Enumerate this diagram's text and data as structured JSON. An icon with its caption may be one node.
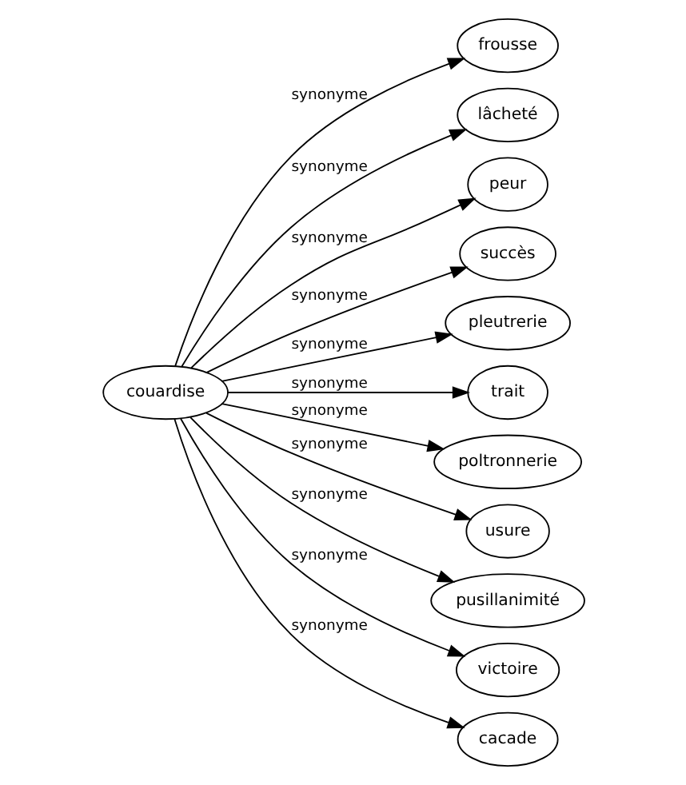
{
  "diagram": {
    "nodes": [
      {
        "text": [
          "couardise"
        ]
      },
      {
        "text": [
          "frousse"
        ]
      },
      {
        "text": [
          "lâcheté"
        ]
      },
      {
        "text": [
          "peur"
        ]
      },
      {
        "text": [
          "succès"
        ]
      },
      {
        "text": [
          "pleutrerie"
        ]
      },
      {
        "text": [
          "trait"
        ]
      },
      {
        "text": [
          "poltronnerie"
        ]
      },
      {
        "text": [
          "usure"
        ]
      },
      {
        "text": [
          "pusillanimité"
        ]
      },
      {
        "text": [
          "victoire"
        ]
      },
      {
        "text": [
          "cacade"
        ]
      }
    ],
    "edges": [
      {
        "from": 0,
        "to": 1,
        "arrow": "to",
        "label": "synonyme"
      },
      {
        "from": 0,
        "to": 2,
        "arrow": "to",
        "label": "synonyme"
      },
      {
        "from": 0,
        "to": 3,
        "arrow": "to",
        "label": "synonyme"
      },
      {
        "from": 0,
        "to": 4,
        "arrow": "to",
        "label": "synonyme"
      },
      {
        "from": 0,
        "to": 5,
        "arrow": "to",
        "label": "synonyme"
      },
      {
        "from": 0,
        "to": 6,
        "arrow": "to",
        "label": "synonyme"
      },
      {
        "from": 0,
        "to": 7,
        "arrow": "to",
        "label": "synonyme"
      },
      {
        "from": 0,
        "to": 8,
        "arrow": "to",
        "label": "synonyme"
      },
      {
        "from": 0,
        "to": 9,
        "arrow": "to",
        "label": "synonyme"
      },
      {
        "from": 0,
        "to": 10,
        "arrow": "to",
        "label": "synonyme"
      },
      {
        "from": 0,
        "to": 11,
        "arrow": "to",
        "label": "synonyme"
      }
    ]
  }
}
